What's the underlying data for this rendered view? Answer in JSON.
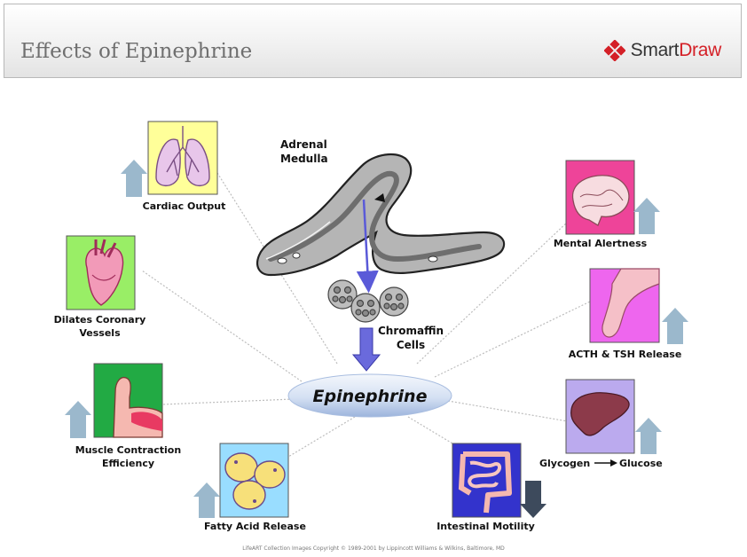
{
  "header": {
    "title": "Effects of Epinephrine",
    "logo_part1": "Smart",
    "logo_part2": "Draw",
    "logo_color": "#d42027"
  },
  "center": {
    "label": "Epinephrine",
    "gland_label": "Adrenal\nMedulla",
    "cells_label": "Chromaffin\nCells"
  },
  "effects": [
    {
      "label": "Cardiac Output",
      "icon": "lungs-icon",
      "direction": "up"
    },
    {
      "label": "Dilates Coronary\nVessels",
      "icon": "heart-icon",
      "direction": "none"
    },
    {
      "label": "Muscle Contraction\nEfficiency",
      "icon": "arm-muscle-icon",
      "direction": "up"
    },
    {
      "label": "Fatty Acid Release",
      "icon": "fat-cells-icon",
      "direction": "up"
    },
    {
      "label": "Intestinal Motility",
      "icon": "intestine-icon",
      "direction": "down"
    },
    {
      "label": "Glycogen",
      "label_b": "Glucose",
      "icon": "liver-icon",
      "direction": "up"
    },
    {
      "label": "ACTH & TSH Release",
      "icon": "pituitary-icon",
      "direction": "up"
    },
    {
      "label": "Mental Alertness",
      "icon": "brain-icon",
      "direction": "up"
    }
  ],
  "colors": {
    "arrow_up": "#9bb8cc",
    "arrow_down": "#3d4a5c",
    "flow_arrow": "#6a6adc",
    "ellipse_top": "#eef3fb",
    "ellipse_bottom": "#9fb7de"
  },
  "footer": "LifeART Collection Images Copyright © 1989-2001 by Lippincott Williams & Wilkins, Baltimore, MD"
}
